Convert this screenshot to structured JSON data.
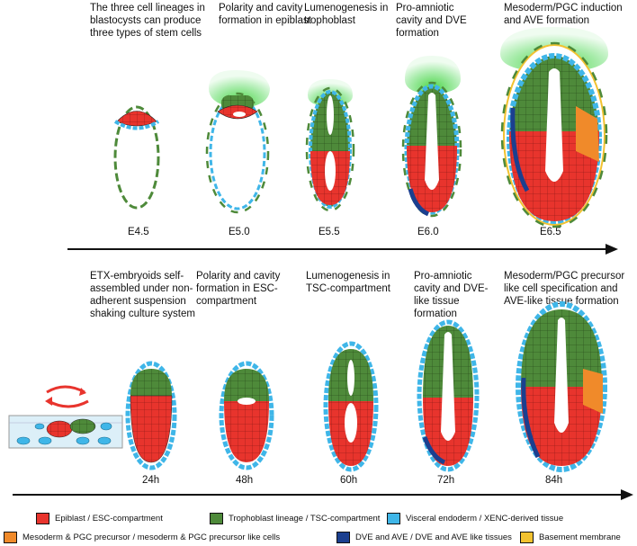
{
  "colors": {
    "epiblast": "#e8342d",
    "trophoblast": "#4e8a3a",
    "visceral": "#3fb6e8",
    "mesoderm": "#f08a2a",
    "dve": "#1b3f8f",
    "basement": "#f2c230",
    "ectoplacental": "#8fe08a"
  },
  "top_row": {
    "titles": [
      "The three cell lineages in\nblastocysts can produce\nthree types of stem cells",
      "Polarity and cavity\nformation in epiblast",
      "Lumenogenesis in\ntrophoblast",
      "Pro-amniotic\ncavity and DVE\nformation",
      "Mesoderm/PGC induction\nand AVE formation"
    ],
    "stages": [
      "E4.5",
      "E5.0",
      "E5.5",
      "E6.0",
      "E6.5"
    ]
  },
  "bottom_row": {
    "titles": [
      "ETX-embryoids self-\nassembled under non-\nadherent suspension\nshaking culture system",
      "Polarity and cavity\nformation in ESC-\ncompartment",
      "Lumenogenesis in\nTSC-compartment",
      "Pro-amniotic\ncavity and DVE-\nlike tissue\nformation",
      "Mesoderm/PGC precursor\nlike cell specification and\nAVE-like tissue formation"
    ],
    "stages": [
      "24h",
      "48h",
      "60h",
      "72h",
      "84h"
    ]
  },
  "legend": [
    {
      "label": "Epiblast / ESC-compartment",
      "color_key": "epiblast"
    },
    {
      "label": "Trophoblast lineage / TSC-compartment",
      "color_key": "trophoblast"
    },
    {
      "label": "Visceral endoderm / XENC-derived tissue",
      "color_key": "visceral"
    },
    {
      "label": "Mesoderm & PGC precursor / mesoderm & PGC precursor like cells",
      "color_key": "mesoderm"
    },
    {
      "label": "DVE and AVE / DVE and AVE like tissues",
      "color_key": "dve"
    },
    {
      "label": "Basement membrane",
      "color_key": "basement"
    }
  ]
}
